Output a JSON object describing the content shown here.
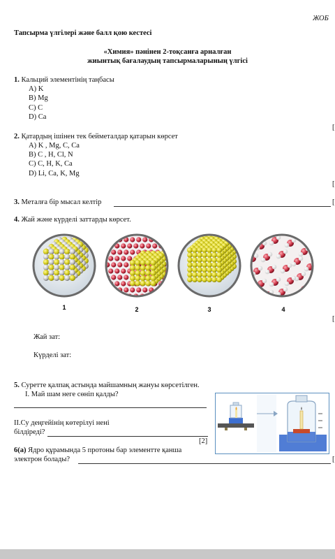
{
  "header": {
    "corner": "ЖОБ",
    "title": "Тапсырма үлгілері және балл қою кестесі",
    "subtitle_line1": "«Химия» пәнінен 2-тоқсанға арналған",
    "subtitle_line2": "жиынтық бағалаудың тапсырмаларының үлгісі"
  },
  "q1": {
    "num": "1.",
    "text": "Кальций элементінің таңбасы",
    "options": [
      "A) K",
      "B) Mg",
      "C) C",
      "D) Ca"
    ],
    "mark": "["
  },
  "q2": {
    "num": "2.",
    "text": "Қатардың ішінен  тек бейметалдар қатарын көрсет",
    "options": [
      "A) K , Mg, C, Ca",
      "B) C , H, Cl, N",
      "C) C, H, K, Ca",
      "D) Li, Ca, K, Mg"
    ],
    "mark": "["
  },
  "q3": {
    "num": "3.",
    "text": "Металға бір мысал келтір",
    "mark": "["
  },
  "q4": {
    "num": "4.",
    "text": "Жай және күрделі заттарды көрсет.",
    "labels": [
      "1",
      "2",
      "3",
      "4"
    ],
    "simple_label": "Жай зат:",
    "complex_label": "Күрделі зат:",
    "mark": "["
  },
  "q5": {
    "num": "5.",
    "text": "Суретте қалпақ астында майшамның жануы көрсетілген.",
    "part1": "I. Май шам неге сөніп қалды?",
    "part2_line1": "II.Су деңгейінің көтерілуі нені",
    "part2_line2": "білдіреді?",
    "score": "[2]"
  },
  "q6": {
    "num": "6(а)",
    "text_line1": "Ядро құрамында 5 протоны бар элементте қанша",
    "text_line2": "электрон болады?",
    "mark": "["
  },
  "colors": {
    "sphere_yellow": "#d8d020",
    "sphere_gray": "#c8c8c8",
    "water_blue": "#3d6fd0",
    "molecule_red": "#d0384a",
    "ring_gray": "#7a7a7a"
  }
}
